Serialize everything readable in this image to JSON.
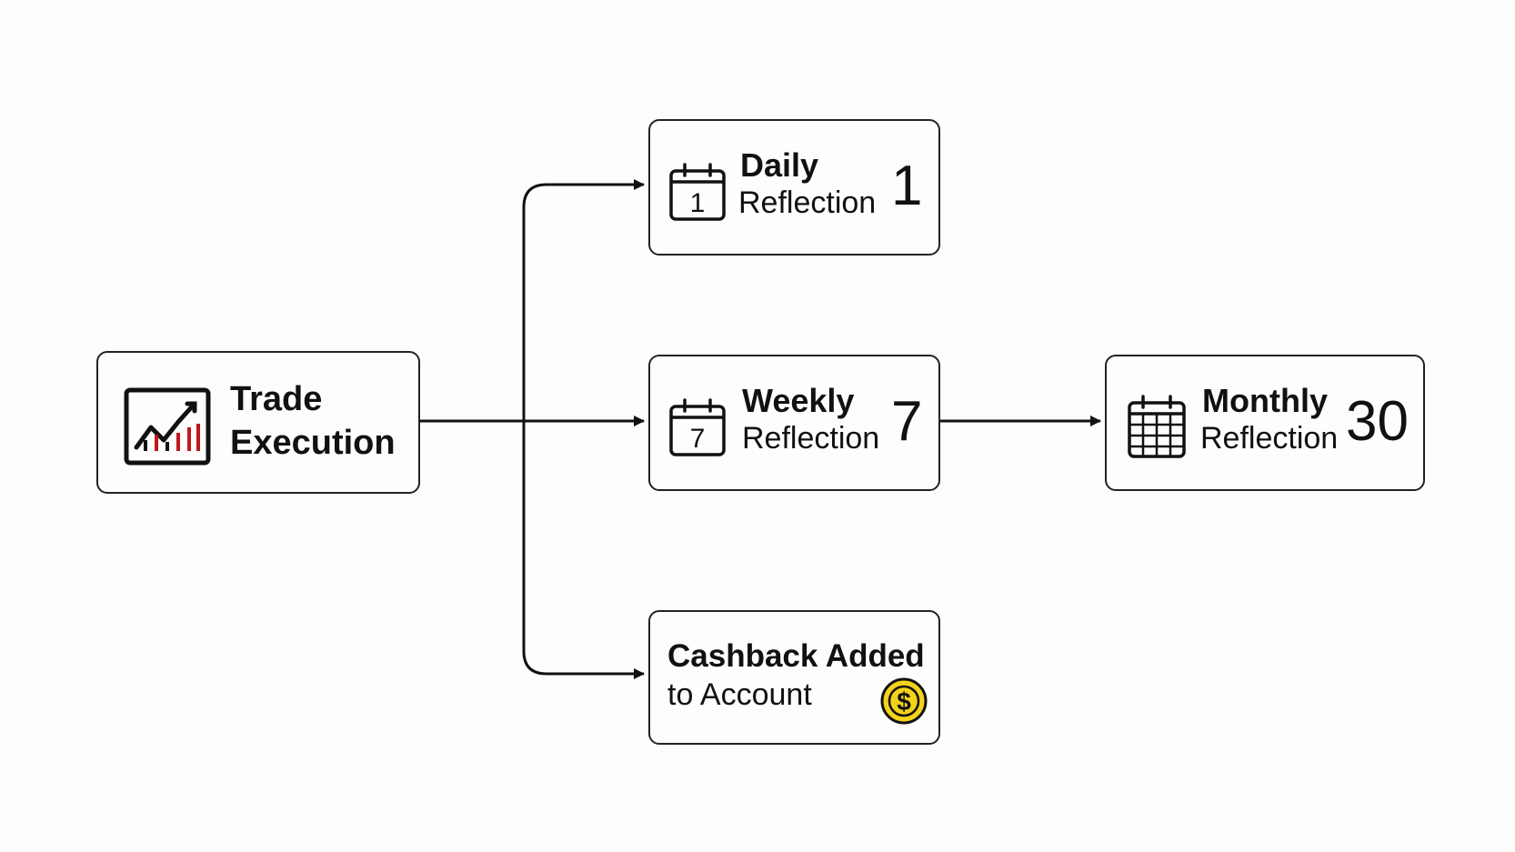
{
  "nodes": {
    "trade": {
      "line1": "Trade",
      "line2": "Execution",
      "icon": "trading-chart-icon"
    },
    "daily": {
      "line1": "Daily",
      "line2": "Reflection",
      "number": "1",
      "icon": "calendar-day-icon",
      "icon_number": "1"
    },
    "weekly": {
      "line1": "Weekly",
      "line2": "Reflection",
      "number": "7",
      "icon": "calendar-week-icon",
      "icon_number": "7"
    },
    "monthly": {
      "line1": "Monthly",
      "line2": "Reflection",
      "number": "30",
      "icon": "calendar-month-icon"
    },
    "cashback": {
      "line1": "Cashback Added",
      "line2": "to Account",
      "icon": "dollar-coin-icon"
    }
  },
  "edges": [
    {
      "from": "trade",
      "to": "daily"
    },
    {
      "from": "trade",
      "to": "weekly"
    },
    {
      "from": "trade",
      "to": "cashback"
    },
    {
      "from": "weekly",
      "to": "monthly"
    }
  ],
  "colors": {
    "stroke": "#111111",
    "chart_accent": "#c0161c",
    "coin_fill": "#f2d21a",
    "background": "#fdfdfb"
  }
}
